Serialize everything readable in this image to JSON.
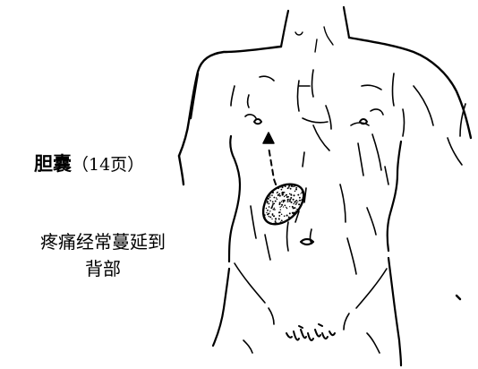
{
  "caption": {
    "organ": "胆囊",
    "page_ref": "（14页）",
    "line1": "疼痛经常蔓延到",
    "line2": "背部"
  }
}
